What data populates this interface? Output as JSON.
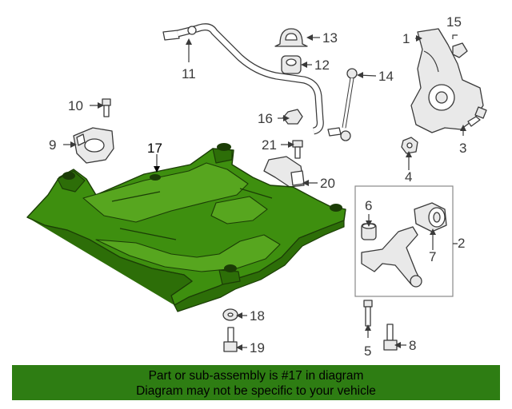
{
  "callouts": {
    "c1": "1",
    "c2": "2",
    "c3": "3",
    "c4": "4",
    "c5": "5",
    "c6": "6",
    "c7": "7",
    "c8": "8",
    "c9": "9",
    "c10": "10",
    "c11": "11",
    "c12": "12",
    "c13": "13",
    "c14": "14",
    "c15": "15",
    "c16": "16",
    "c17": "17",
    "c18": "18",
    "c19": "19",
    "c20": "20",
    "c21": "21"
  },
  "highlight_color": "#3e8f0f",
  "banner": {
    "line1": "Part or sub-assembly is #17 in diagram",
    "line2": "Diagram may not be specific to your vehicle",
    "background": "#2e7d13"
  }
}
